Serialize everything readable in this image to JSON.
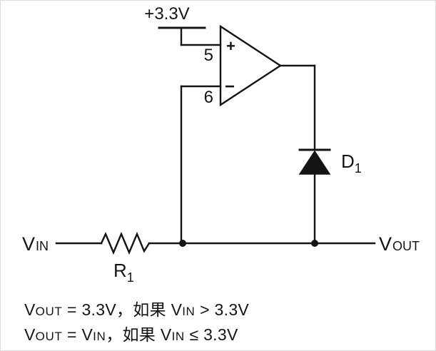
{
  "page": {
    "background": "#ffffff",
    "ink": "#141414"
  },
  "schematic": {
    "supply": {
      "label": "+3.3V"
    },
    "opamp": {
      "pin_noninv": "5",
      "pin_inv": "6",
      "noninv_sign": "+",
      "inv_sign": "−"
    },
    "diode": {
      "ref": "D",
      "ref_sub": "1"
    },
    "resistor": {
      "ref": "R",
      "ref_sub": "1"
    },
    "vin": {
      "v": "V",
      "sub": "IN"
    },
    "vout": {
      "v": "V",
      "sub": "OUT"
    }
  },
  "formulas": [
    {
      "v1": "V",
      "s1": "OUT",
      "t1": " = 3.3V，如果 ",
      "v2": "V",
      "s2": "IN",
      "t2": " > 3.3V"
    },
    {
      "v1": "V",
      "s1": "OUT",
      "t1": " = ",
      "v2": "V",
      "s2": "IN",
      "t2": "，如果 ",
      "v3": "V",
      "s3": "IN",
      "t3": " ≤ 3.3V"
    }
  ]
}
